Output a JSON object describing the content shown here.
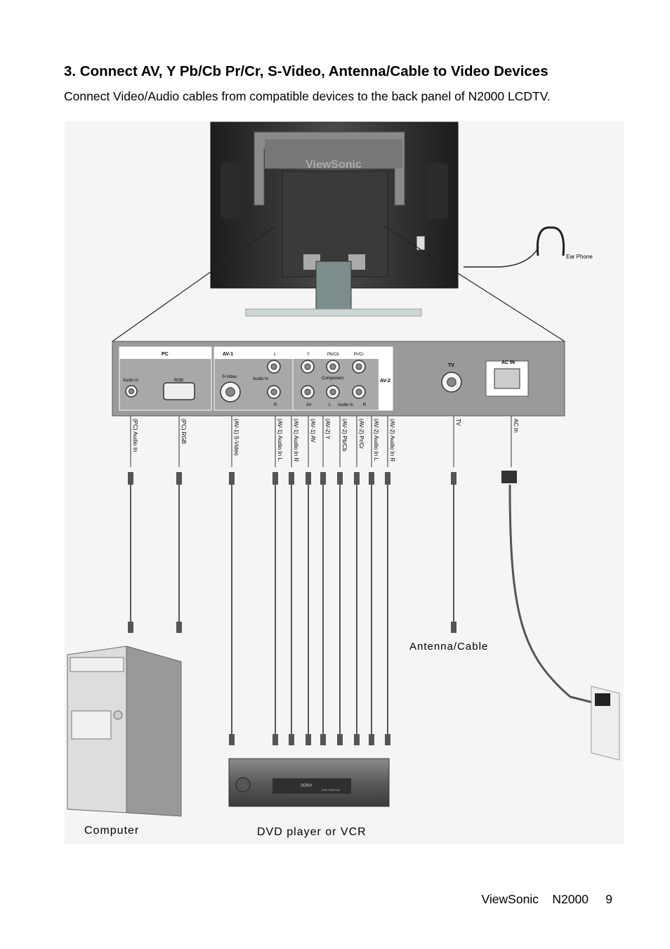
{
  "heading": "3. Connect AV, Y Pb/Cb Pr/Cr, S-Video, Antenna/Cable to Video Devices",
  "intro": "Connect Video/Audio cables from compatible devices to the back panel of N2000 LCDTV.",
  "tv_logo": "ViewSonic",
  "earphone_label": "Ear Phone",
  "panel": {
    "pc_label": "PC",
    "pc_audio_in": "Audio In",
    "pc_rgb": "RGB",
    "av1_label": "AV-1",
    "av1_svideo": "S-Video",
    "av1_audio_in": "Audio In",
    "av1_l": "L",
    "av1_r": "R",
    "av1_av": "AV",
    "av2_y": "Y",
    "av2_pbcb": "Pb/Cb",
    "av2_prcr": "Pr/Cr",
    "av2_component": "Component",
    "av2_label": "AV-2",
    "av2_l": "L",
    "av2_audio_in": "Audio In",
    "av2_r": "R",
    "tv_label": "TV",
    "ac_in_label": "AC  IN"
  },
  "cable_labels": [
    "(PC) Audio In",
    "(PC) RGB",
    "(AV-1) S-Video",
    "(AV-1) Audio In L",
    "(AV-1) Audio In R",
    "(AV-1) AV",
    "(AV-2) Y",
    "(AV-2) Pb/Cb",
    "(AV-2) Pr/Cr",
    "(AV-2) Audio In L",
    "(AV-2) Audio In R",
    "TV",
    "AC In"
  ],
  "devices": {
    "computer": "Computer",
    "dvd": "DVD player or VCR",
    "antenna": "Antenna/Cable",
    "dvd_brand": "SONY",
    "dvd_display": "DVD DISPLAY"
  },
  "footer": "ViewSonic    N2000     9"
}
